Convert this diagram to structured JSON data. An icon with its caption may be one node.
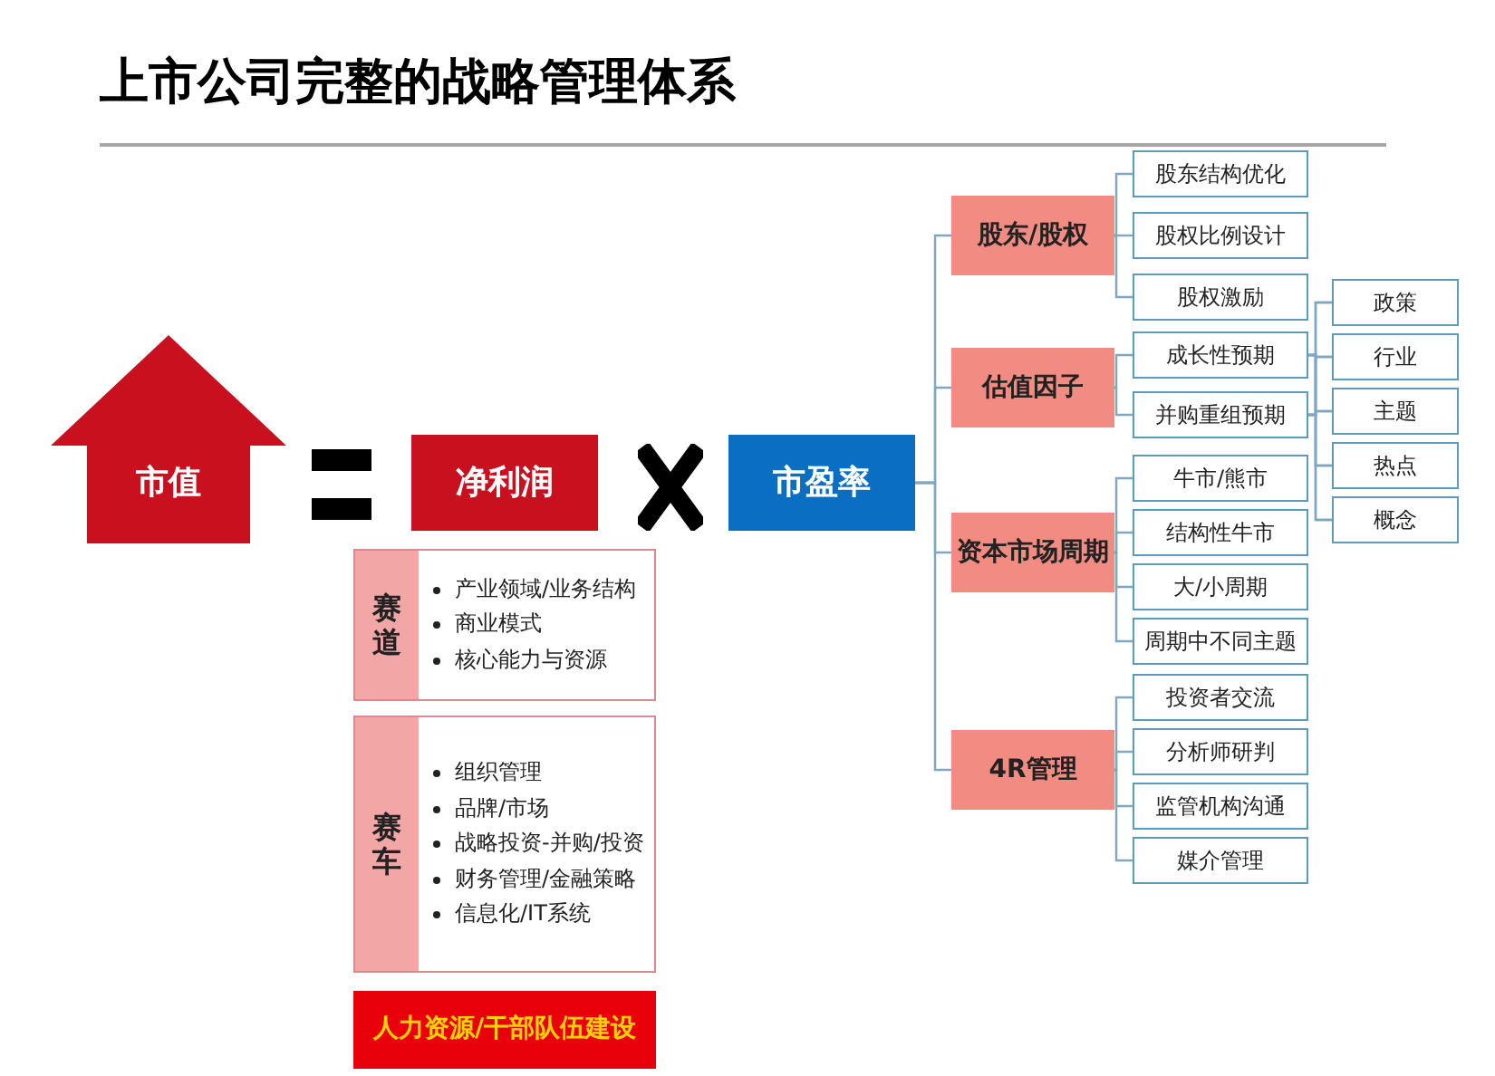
{
  "diagram": {
    "title": "上市公司完整的战略管理体系",
    "nodes": [
      {
        "text": [
          "市值"
        ]
      },
      {
        "text": [
          "净利润"
        ]
      },
      {
        "text": [
          "市盈率"
        ]
      },
      {
        "text": [
          "赛道",
          "产业领域/业务结构",
          "商业模式",
          "核心能力与资源"
        ]
      },
      {
        "text": [
          "赛车",
          "组织管理",
          "品牌/市场",
          "战略投资-并购/投资",
          "财务管理/金融策略",
          "信息化/IT系统"
        ]
      },
      {
        "text": [
          "人力资源/干部队伍建设"
        ]
      },
      {
        "text": [
          "股东/股权"
        ]
      },
      {
        "text": [
          "估值因子"
        ]
      },
      {
        "text": [
          "资本市场周期"
        ]
      },
      {
        "text": [
          "4R管理"
        ]
      },
      {
        "text": [
          "股东结构优化"
        ]
      },
      {
        "text": [
          "股权比例设计"
        ]
      },
      {
        "text": [
          "股权激励"
        ]
      },
      {
        "text": [
          "成长性预期"
        ]
      },
      {
        "text": [
          "并购重组预期"
        ]
      },
      {
        "text": [
          "牛市/熊市"
        ]
      },
      {
        "text": [
          "结构性牛市"
        ]
      },
      {
        "text": [
          "大/小周期"
        ]
      },
      {
        "text": [
          "周期中不同主题"
        ]
      },
      {
        "text": [
          "投资者交流"
        ]
      },
      {
        "text": [
          "分析师研判"
        ]
      },
      {
        "text": [
          "监管机构沟通"
        ]
      },
      {
        "text": [
          "媒介管理"
        ]
      },
      {
        "text": [
          "政策"
        ]
      },
      {
        "text": [
          "行业"
        ]
      },
      {
        "text": [
          "主题"
        ]
      },
      {
        "text": [
          "热点"
        ]
      },
      {
        "text": [
          "概念"
        ]
      }
    ],
    "edges": [
      {
        "from": 2,
        "to": 6,
        "arrow": "none"
      },
      {
        "from": 2,
        "to": 7,
        "arrow": "none"
      },
      {
        "from": 2,
        "to": 8,
        "arrow": "none"
      },
      {
        "from": 2,
        "to": 9,
        "arrow": "none"
      },
      {
        "from": 6,
        "to": 10,
        "arrow": "none"
      },
      {
        "from": 6,
        "to": 11,
        "arrow": "none"
      },
      {
        "from": 6,
        "to": 12,
        "arrow": "none"
      },
      {
        "from": 7,
        "to": 13,
        "arrow": "none"
      },
      {
        "from": 7,
        "to": 14,
        "arrow": "none"
      },
      {
        "from": 8,
        "to": 15,
        "arrow": "none"
      },
      {
        "from": 8,
        "to": 16,
        "arrow": "none"
      },
      {
        "from": 8,
        "to": 17,
        "arrow": "none"
      },
      {
        "from": 8,
        "to": 18,
        "arrow": "none"
      },
      {
        "from": 9,
        "to": 19,
        "arrow": "none"
      },
      {
        "from": 9,
        "to": 20,
        "arrow": "none"
      },
      {
        "from": 9,
        "to": 21,
        "arrow": "none"
      },
      {
        "from": 9,
        "to": 22,
        "arrow": "none"
      },
      {
        "from": 13,
        "to": 23,
        "arrow": "none"
      },
      {
        "from": 13,
        "to": 24,
        "arrow": "none"
      },
      {
        "from": 13,
        "to": 25,
        "arrow": "none"
      },
      {
        "from": 13,
        "to": 26,
        "arrow": "none"
      },
      {
        "from": 13,
        "to": 27,
        "arrow": "none"
      },
      {
        "from": 14,
        "to": 23,
        "arrow": "none"
      },
      {
        "from": 14,
        "to": 24,
        "arrow": "none"
      },
      {
        "from": 14,
        "to": 25,
        "arrow": "none"
      },
      {
        "from": 14,
        "to": 26,
        "arrow": "none"
      },
      {
        "from": 14,
        "to": 27,
        "arrow": "none"
      }
    ]
  }
}
